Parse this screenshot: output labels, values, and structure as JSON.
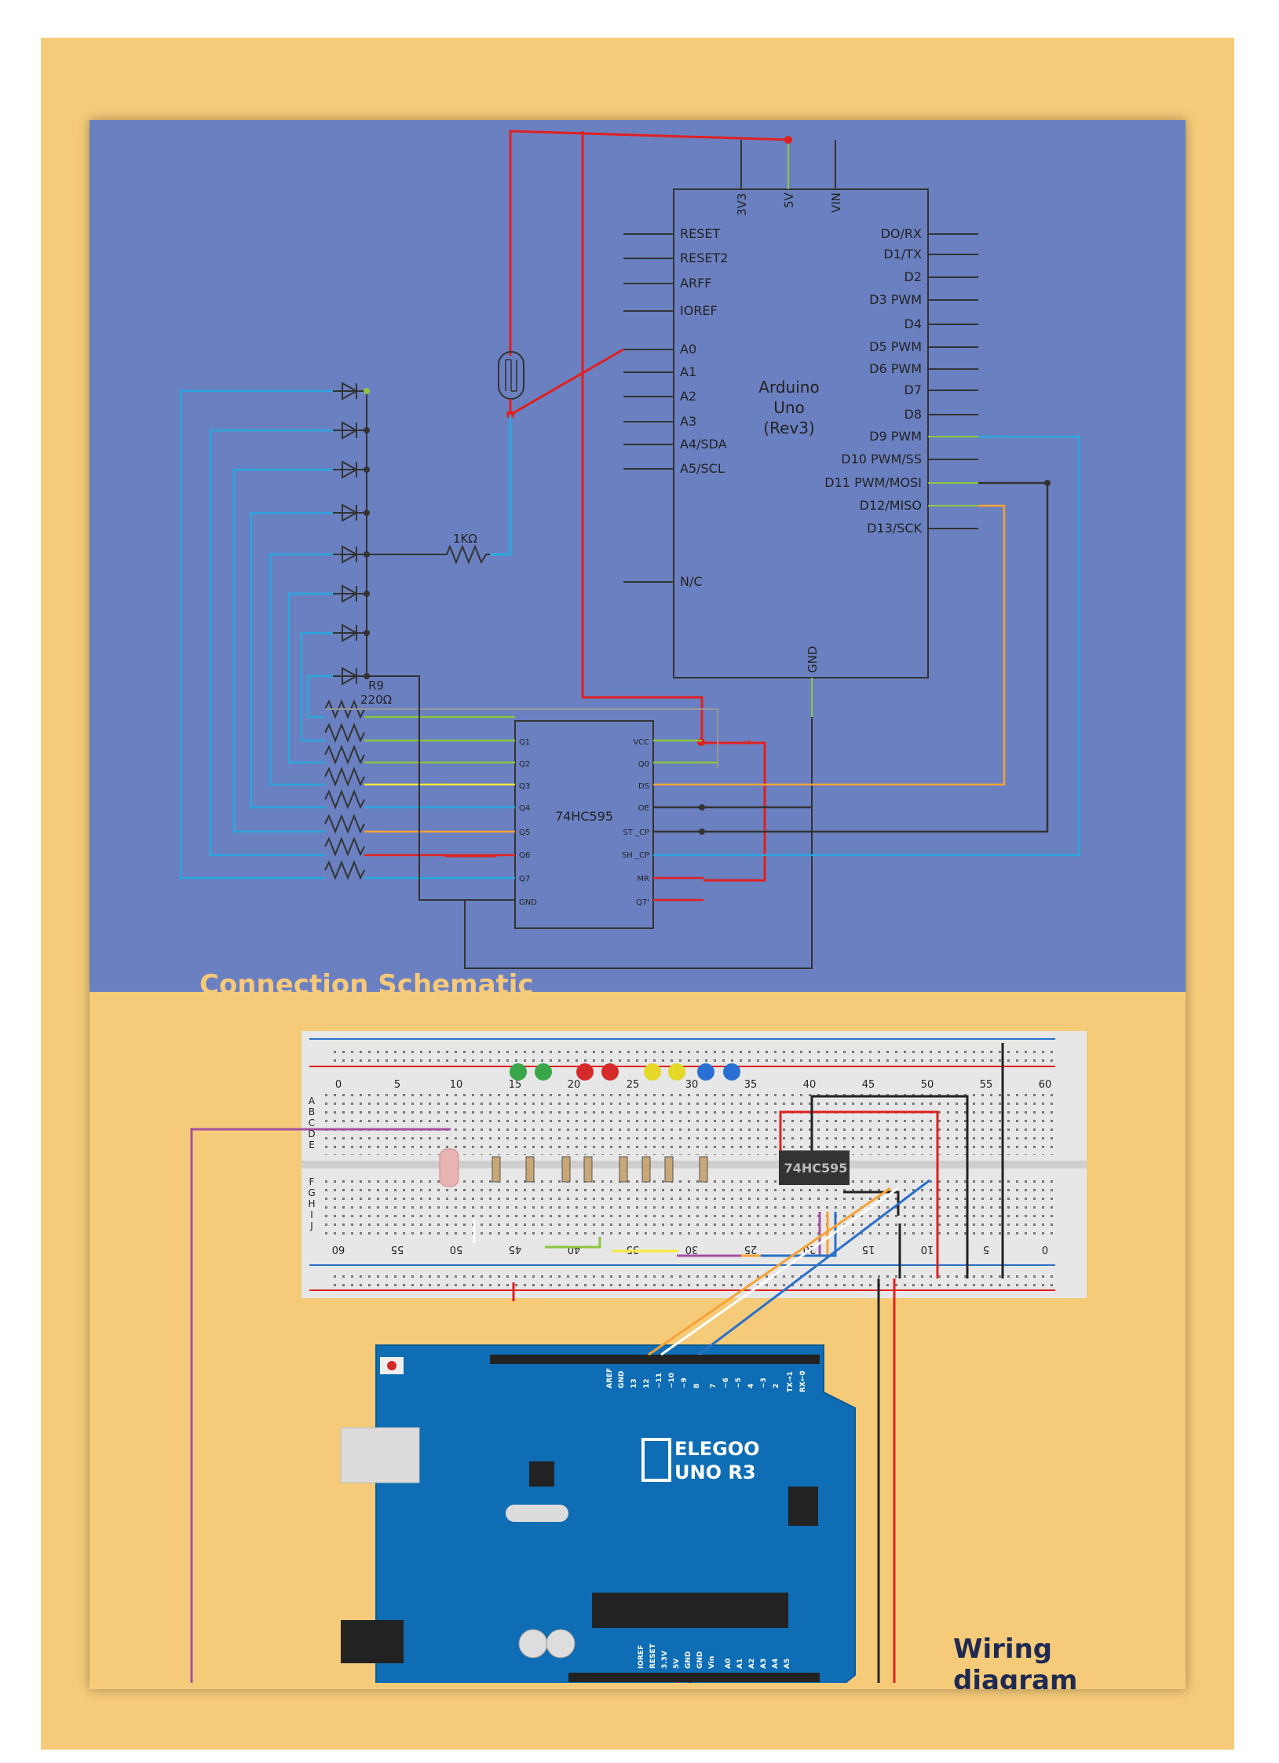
{
  "schematic": {
    "title": "Connection Schematic",
    "arduino": {
      "name_line1": "Arduino",
      "name_line2": "Uno",
      "name_line3": "(Rev3)",
      "top_pins": [
        "3V3",
        "5V",
        "VIN"
      ],
      "left_pins": [
        "RESET",
        "RESET2",
        "ARFF",
        "IOREF",
        "A0",
        "A1",
        "A2",
        "A3",
        "A4/SDA",
        "A5/SCL",
        "N/C"
      ],
      "right_pins": [
        "DO/RX",
        "D1/TX",
        "D2",
        "D3 PWM",
        "D4",
        "D5 PWM",
        "D6 PWM",
        "D7",
        "D8",
        "D9 PWM",
        "D10 PWM/SS",
        "D11 PWM/MOSI",
        "D12/MISO",
        "D13/SCK"
      ],
      "bottom_pin": "GND"
    },
    "shift_register": {
      "name": "74HC595",
      "left_pins": [
        "Q1",
        "Q2",
        "Q3",
        "Q4",
        "Q5",
        "Q6",
        "Q7",
        "GND"
      ],
      "right_pins": [
        "VCC",
        "Q0",
        "DS",
        "OE",
        "ST _CP",
        "SH _CP",
        "MR",
        "Q7'"
      ]
    },
    "resistor_1k_label": "1KΩ",
    "resistor_bank_label_1": "R9",
    "resistor_bank_label_2": "220Ω"
  },
  "wiring": {
    "title": "Wiring diagram",
    "chip_label": "74HC595",
    "board_brand": "ELEGOO",
    "board_model": "UNO R3",
    "breadboard_top_numbers": [
      "0",
      "5",
      "10",
      "15",
      "20",
      "25",
      "30",
      "35",
      "40",
      "45",
      "50",
      "55",
      "60"
    ],
    "breadboard_bottom_numbers": [
      "60",
      "55",
      "50",
      "45",
      "40",
      "35",
      "30",
      "25",
      "20",
      "15",
      "10",
      "5",
      "0"
    ],
    "row_letters_top": [
      "A",
      "B",
      "C",
      "D",
      "E"
    ],
    "row_letters_bottom": [
      "F",
      "G",
      "H",
      "I",
      "J"
    ],
    "header_top_labels": [
      "AREF",
      "GND",
      "13",
      "12",
      "~11",
      "~10",
      "~9",
      "8",
      "7",
      "~6",
      "~5",
      "4",
      "~3",
      "2",
      "TX→1",
      "RX←0"
    ],
    "header_bottom_labels": [
      "IOREF",
      "RESET",
      "3.3V",
      "5V",
      "GND",
      "GND",
      "Vin",
      "A0",
      "A1",
      "A2",
      "A3",
      "A4",
      "A5"
    ]
  },
  "colors": {
    "schematic_bg": "#6a80c0",
    "page_bg": "#f5cb7a",
    "wire_red": "#e02020",
    "wire_blue": "#29a8e0",
    "wire_green": "#8cc63f",
    "wire_orange": "#f7a234",
    "wire_yellow": "#f5e93a",
    "wire_black": "#222222",
    "wire_purple": "#a450a0",
    "board_blue": "#0e6db4"
  }
}
